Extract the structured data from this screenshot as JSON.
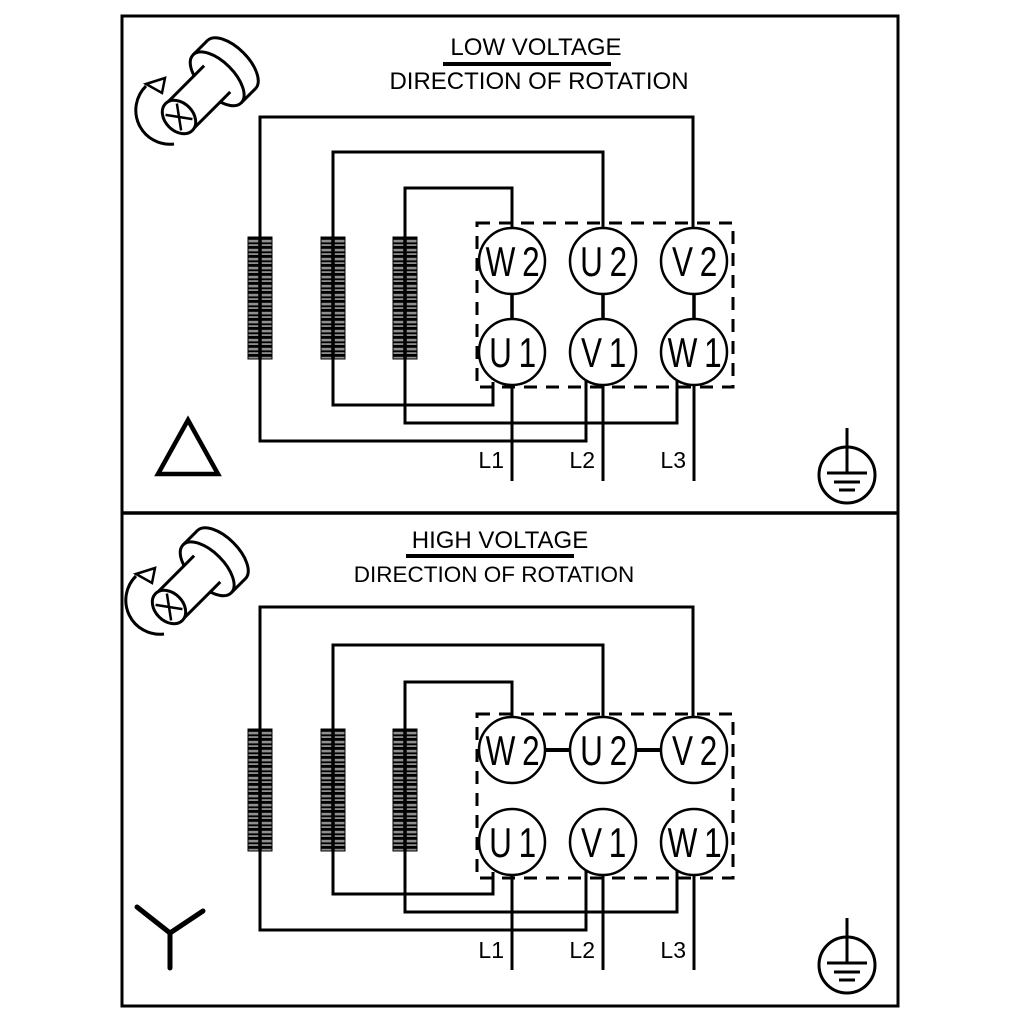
{
  "page": {
    "background": "#ffffff",
    "ink": "#000000"
  },
  "panels": [
    {
      "title": "LOW VOLTAGE",
      "subtitle": "DIRECTION OF ROTATION",
      "connection_symbol": "delta",
      "terminals_top": [
        "W2",
        "U2",
        "V2"
      ],
      "terminals_bottom": [
        "U1",
        "V1",
        "W1"
      ],
      "supply_labels": [
        "L1",
        "L2",
        "L3"
      ]
    },
    {
      "title": "HIGH VOLTAGE",
      "subtitle": "DIRECTION OF ROTATION",
      "connection_symbol": "star",
      "terminals_top": [
        "W2",
        "U2",
        "V2"
      ],
      "terminals_bottom": [
        "U1",
        "V1",
        "W1"
      ],
      "supply_labels": [
        "L1",
        "L2",
        "L3"
      ]
    }
  ],
  "icons": {
    "shaft": "rotating-shaft-direction-icon",
    "ground": "protective-earth-icon",
    "delta": "delta-connection-icon",
    "star": "star-connection-icon"
  }
}
